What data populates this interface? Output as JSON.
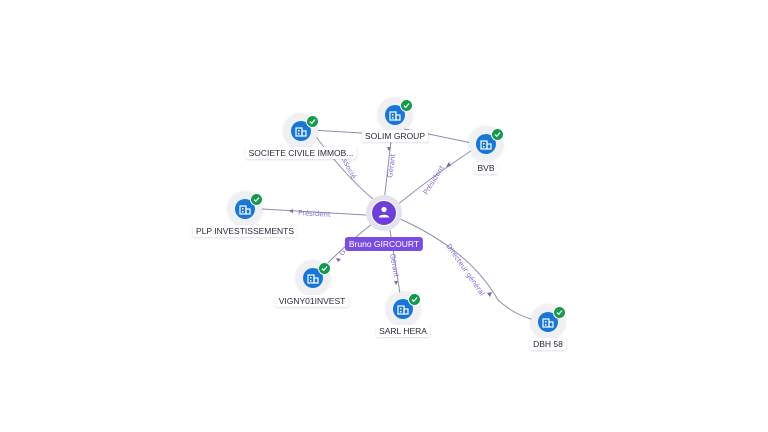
{
  "center": {
    "name": "Bruno GIRCOURT",
    "icon": "user-icon",
    "color": "#6d3fd8"
  },
  "companies": [
    {
      "id": "solim-group",
      "name": "SOLIM GROUP",
      "icon": "company-building-icon",
      "verified": true
    },
    {
      "id": "bvb",
      "name": "BVB",
      "icon": "company-building-icon",
      "verified": true
    },
    {
      "id": "societe-civile",
      "name": "SOCIETE CIVILE IMMOB...",
      "icon": "company-building-icon",
      "verified": true
    },
    {
      "id": "plp",
      "name": "PLP INVESTISSEMENTS",
      "icon": "company-building-icon",
      "verified": true
    },
    {
      "id": "vigny01",
      "name": "VIGNY01INVEST",
      "icon": "company-building-icon",
      "verified": true
    },
    {
      "id": "sarl-hera",
      "name": "SARL HERA",
      "icon": "company-building-icon",
      "verified": true
    },
    {
      "id": "dbh58",
      "name": "DBH 58",
      "icon": "company-building-icon",
      "verified": true
    }
  ],
  "edges": [
    {
      "to": "SOLIM GROUP",
      "label": "Gérant"
    },
    {
      "to": "BVB",
      "label": "Président"
    },
    {
      "to": "SOCIETE CIVILE IMMOB...",
      "label": "Associé"
    },
    {
      "to": "PLP INVESTISSEMENTS",
      "label": "Président"
    },
    {
      "to": "VIGNY01INVEST",
      "label": "G"
    },
    {
      "to": "SARL HERA",
      "label": "Gérant"
    },
    {
      "to": "DBH 58",
      "label": "Directeur général"
    }
  ],
  "colors": {
    "company": "#1877d6",
    "verified": "#139a4d",
    "edge_label": "#7b6fd6"
  }
}
